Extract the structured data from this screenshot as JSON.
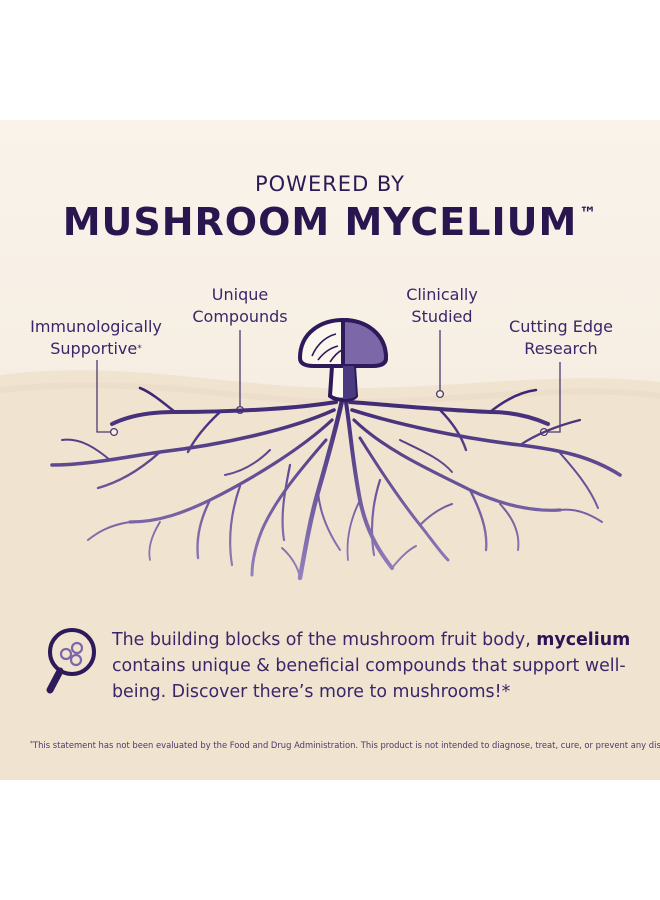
{
  "header": {
    "eyebrow": "POWERED BY",
    "title": "MUSHROOM MYCELIUM",
    "trademark": "™"
  },
  "labels": {
    "immunologically": {
      "line1": "Immunologically",
      "line2": "Supportive",
      "marker": "*"
    },
    "unique": {
      "line1": "Unique",
      "line2": "Compounds"
    },
    "clinically": {
      "line1": "Clinically",
      "line2": "Studied"
    },
    "cutting_edge": {
      "line1": "Cutting Edge",
      "line2": "Research"
    }
  },
  "description": {
    "part1": "The building blocks of the mushroom fruit body, ",
    "highlight": "mycelium",
    "part2": " contains unique & beneficial compounds that support well-being. Discover there’s more to mushrooms!*"
  },
  "disclaimer": {
    "marker": "*",
    "text": "This statement has not been evaluated by the Food and Drug Administration. This product is not intended to diagnose, treat, cure, or prevent any disease."
  },
  "icons": {
    "mushroom": "mushroom-icon",
    "magnifier": "magnifying-glass-icon"
  },
  "colors": {
    "ink": "#2a164f",
    "root_dark": "#3b2470",
    "root_light": "#8e7ab8",
    "background": "#f7efe4"
  }
}
